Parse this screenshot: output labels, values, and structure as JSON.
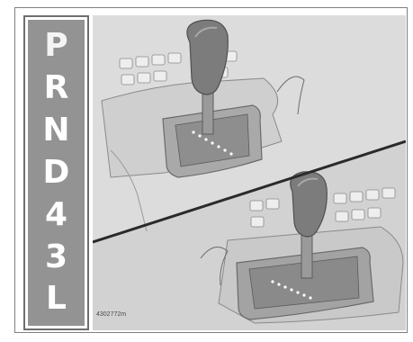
{
  "gear_indicator": {
    "positions": [
      "P",
      "R",
      "N",
      "D",
      "4",
      "3",
      "L"
    ],
    "selected": "P"
  },
  "figure": {
    "code": "4302772m"
  },
  "colors": {
    "panel": "#939393",
    "letters": "#ffffff",
    "divider_line": "#2a2a2a",
    "illustration_bg": "#d6d6d6"
  }
}
